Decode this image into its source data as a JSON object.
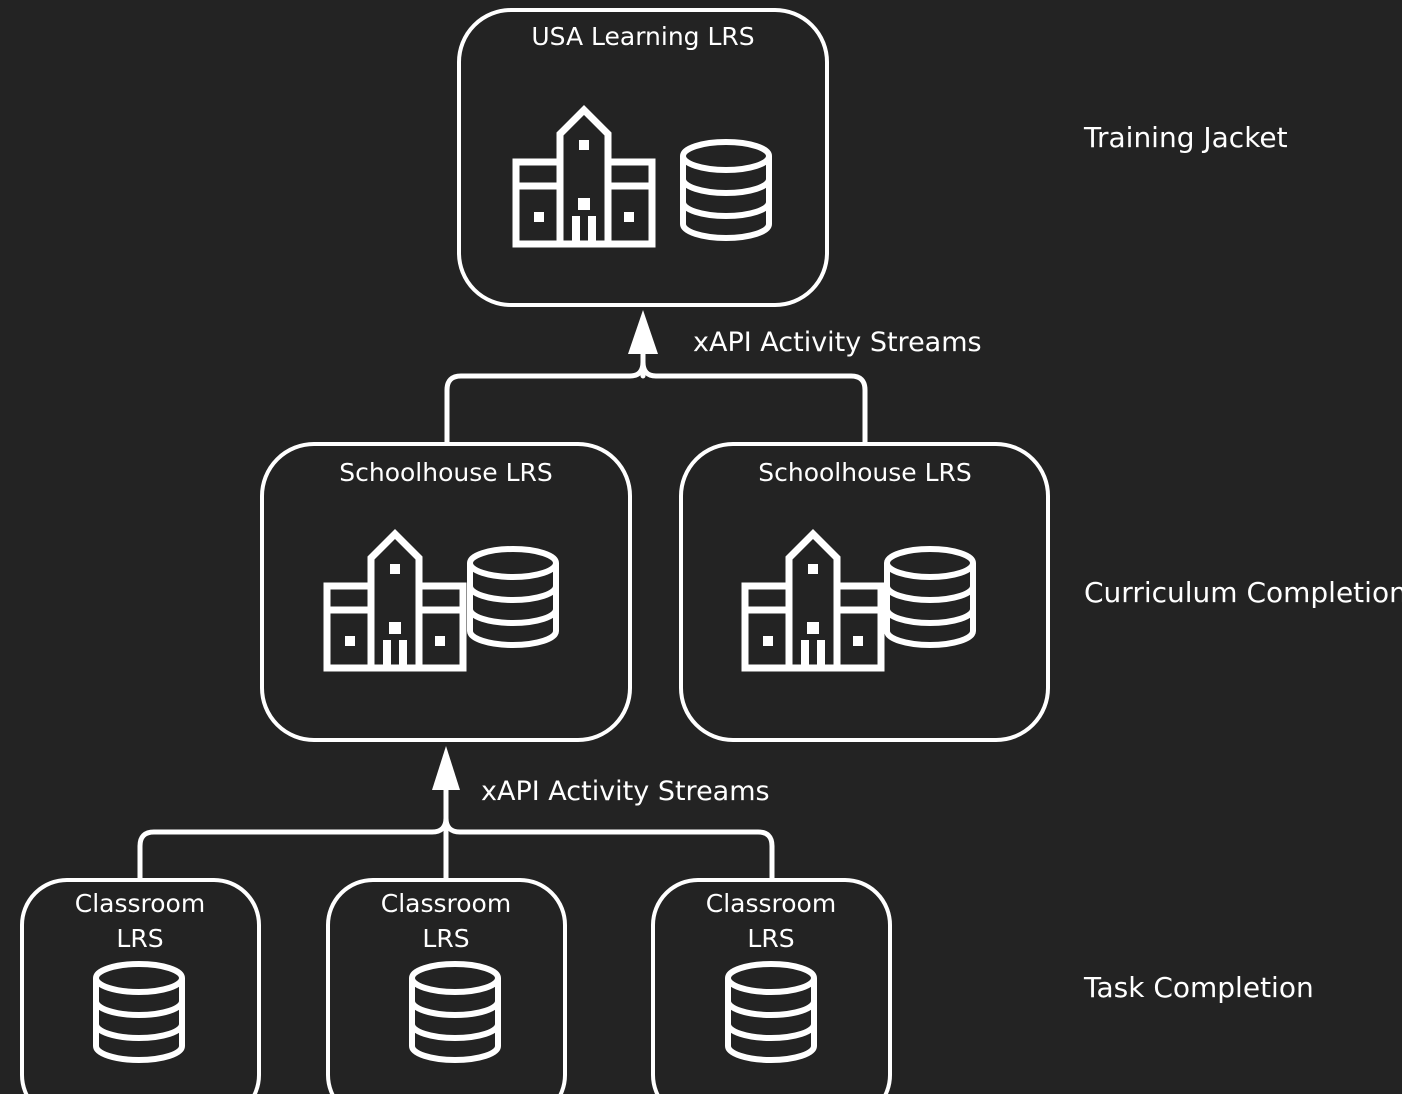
{
  "diagram": {
    "top": {
      "title": "USA Learning LRS"
    },
    "schoolhouses": [
      {
        "title": "Schoolhouse LRS"
      },
      {
        "title": "Schoolhouse LRS"
      }
    ],
    "classrooms": [
      {
        "line1": "Classroom",
        "line2": "LRS"
      },
      {
        "line1": "Classroom",
        "line2": "LRS"
      },
      {
        "line1": "Classroom",
        "line2": "LRS"
      }
    ],
    "streams": {
      "upper": "xAPI Activity Streams",
      "lower": "xAPI Activity Streams"
    },
    "tiers": {
      "top": "Training Jacket",
      "middle": "Curriculum Completion",
      "bottom": "Task Completion"
    },
    "icons": [
      "school-icon",
      "database-icon"
    ]
  },
  "colors": {
    "background": "#232323",
    "foreground": "#ffffff"
  }
}
